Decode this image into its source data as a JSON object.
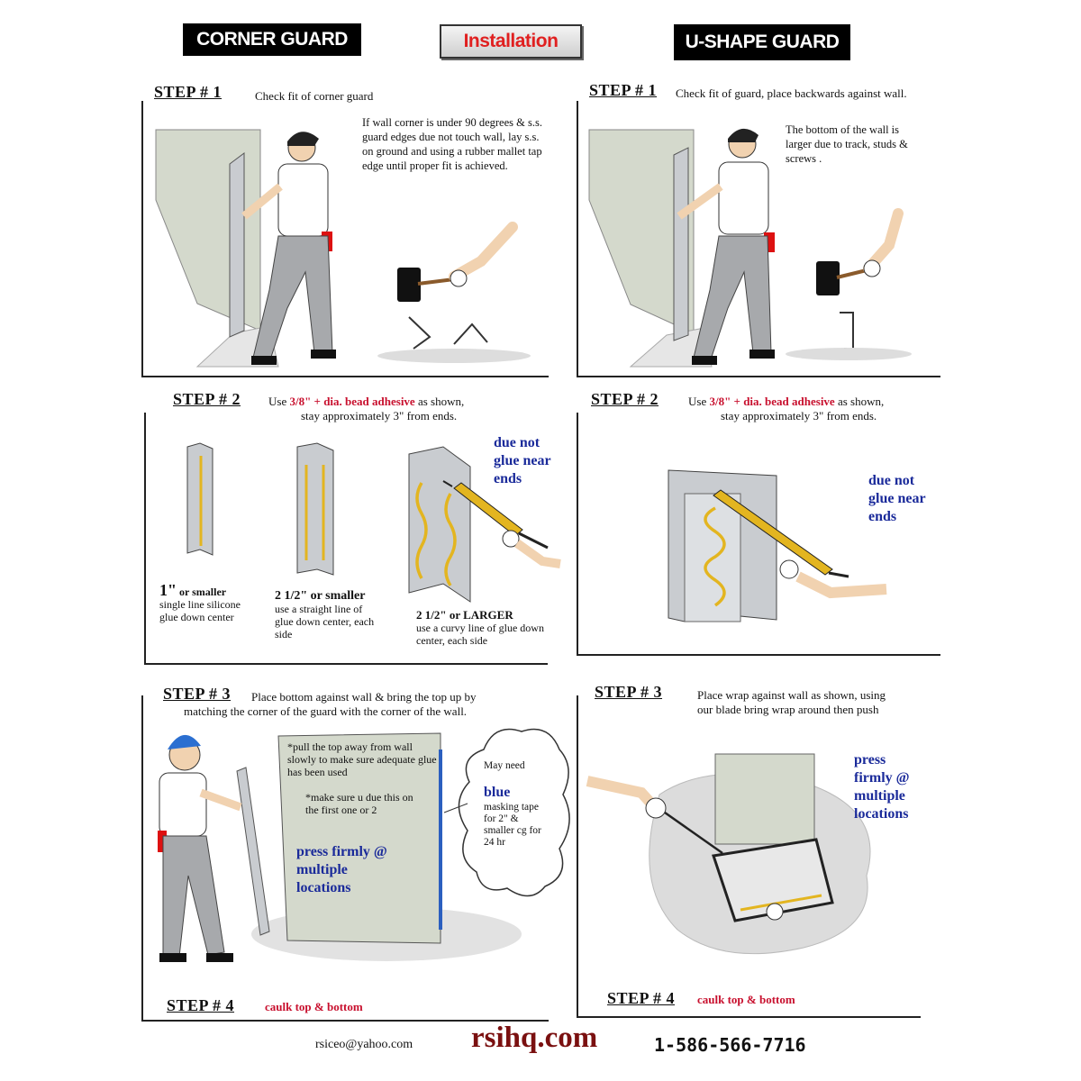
{
  "headers": {
    "corner": "CORNER  GUARD",
    "installation": "Installation",
    "ushape": "U-SHAPE GUARD"
  },
  "left": {
    "step1": {
      "label": "STEP # 1",
      "text": "Check fit of corner guard",
      "note": "If  wall corner is under 90 degrees & s.s. guard edges due not touch wall, lay s.s. on ground and using a rubber mallet tap edge until proper fit is achieved."
    },
    "step2": {
      "label": "STEP # 2",
      "text_prefix": "Use",
      "text_red": "3/8\" + dia. bead adhesive",
      "text_suffix": "as shown,",
      "text_line2": "stay approximately 3\" from ends.",
      "blue_note": "due not glue near ends",
      "cap1_big": "1\"",
      "cap1_head": "or smaller",
      "cap1_body": "single line silicone glue down center",
      "cap2_head": "2  1/2\" or smaller",
      "cap2_body": "use a straight line of glue down center, each side",
      "cap3_head": "2  1/2\" or LARGER",
      "cap3_body": "use a curvy line of glue down center, each side"
    },
    "step3": {
      "label": "STEP # 3",
      "text1": "Place bottom against wall & bring the top up by",
      "text2": "matching the corner of the guard with the corner of the wall.",
      "note1": "*pull the top away from wall slowly to make sure adequate glue has been used",
      "note2": "*make sure u due this on the first one or 2",
      "press": "press firmly @ multiple locations",
      "cloud_head": "May need",
      "cloud_blue": "blue",
      "cloud_body": "masking tape for 2\" & smaller cg for 24 hr"
    },
    "step4": {
      "label": "STEP # 4",
      "text": "caulk top  &  bottom"
    }
  },
  "right": {
    "step1": {
      "label": "STEP # 1",
      "text": "Check fit of  guard, place backwards against wall.",
      "note": "The  bottom of the wall is larger due to track, studs & screws ."
    },
    "step2": {
      "label": "STEP # 2",
      "text_prefix": "Use",
      "text_red": "3/8\" + dia. bead adhesive",
      "text_suffix": "as shown,",
      "text_line2": "stay approximately 3\" from ends.",
      "blue_note": "due not glue near ends"
    },
    "step3": {
      "label": "STEP # 3",
      "text1": "Place wrap against wall as shown,  using",
      "text2": "our blade  bring wrap around then push",
      "press": "press firmly @ multiple locations"
    },
    "step4": {
      "label": "STEP # 4",
      "text": "caulk top  &  bottom"
    }
  },
  "footer": {
    "email": "rsiceo@yahoo.com",
    "site": "rsihq.com",
    "phone": "1-586-566-7716"
  },
  "colors": {
    "red_text": "#c8102e",
    "blue_text": "#1a2a9a",
    "glue": "#e3b520",
    "wall": "#d4d9cc",
    "steel": "#c9ccd0"
  }
}
